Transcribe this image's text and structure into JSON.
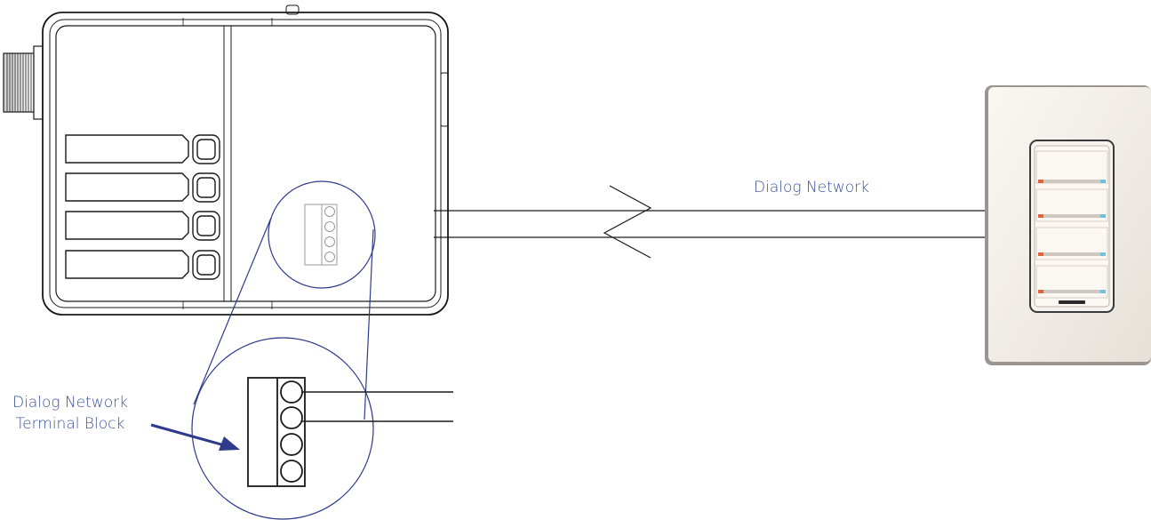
{
  "labels": {
    "network": "Dialog Network",
    "terminal_line1": "Dialog Network",
    "terminal_line2": "Terminal Block"
  },
  "colors": {
    "line": "#1a1a1a",
    "accent": "#2e3a8c",
    "label": "#3a4fa0",
    "wallplate": "#f3efe9",
    "button_orange": "#e0643a",
    "button_blue": "#6ec1df"
  }
}
